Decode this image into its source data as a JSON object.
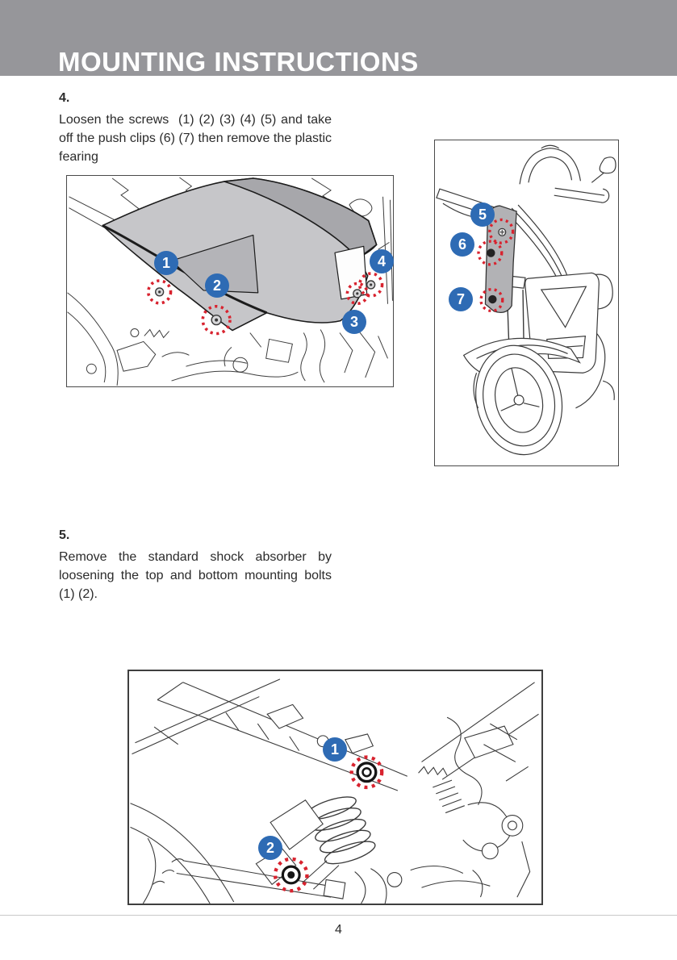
{
  "header": {
    "title": "MOUNTING INSTRUCTIONS"
  },
  "steps": [
    {
      "number": "4.",
      "lines": [
        "Loosen the screws  (1) (2) (3) (4) (5) and take",
        "off the push clips (6) (7) then remove the plastic",
        "fearing"
      ]
    },
    {
      "number": "5.",
      "lines": [
        "Remove the standard shock absorber by",
        "loosening the top and bottom mounting bolts",
        "(1) (2)."
      ]
    }
  ],
  "figures": [
    {
      "name": "fairing-side-view",
      "callouts": [
        {
          "label": "1"
        },
        {
          "label": "2"
        },
        {
          "label": "3"
        },
        {
          "label": "4"
        }
      ]
    },
    {
      "name": "front-fork-panel",
      "callouts": [
        {
          "label": "5"
        },
        {
          "label": "6"
        },
        {
          "label": "7"
        }
      ]
    },
    {
      "name": "shock-absorber-area",
      "callouts": [
        {
          "label": "1"
        },
        {
          "label": "2"
        }
      ]
    }
  ],
  "footer": {
    "page_number": "4"
  },
  "colors": {
    "header_bar": "#96969a",
    "callout_blue": "#2e6bb4",
    "screw_ring_red": "#d8232f"
  }
}
